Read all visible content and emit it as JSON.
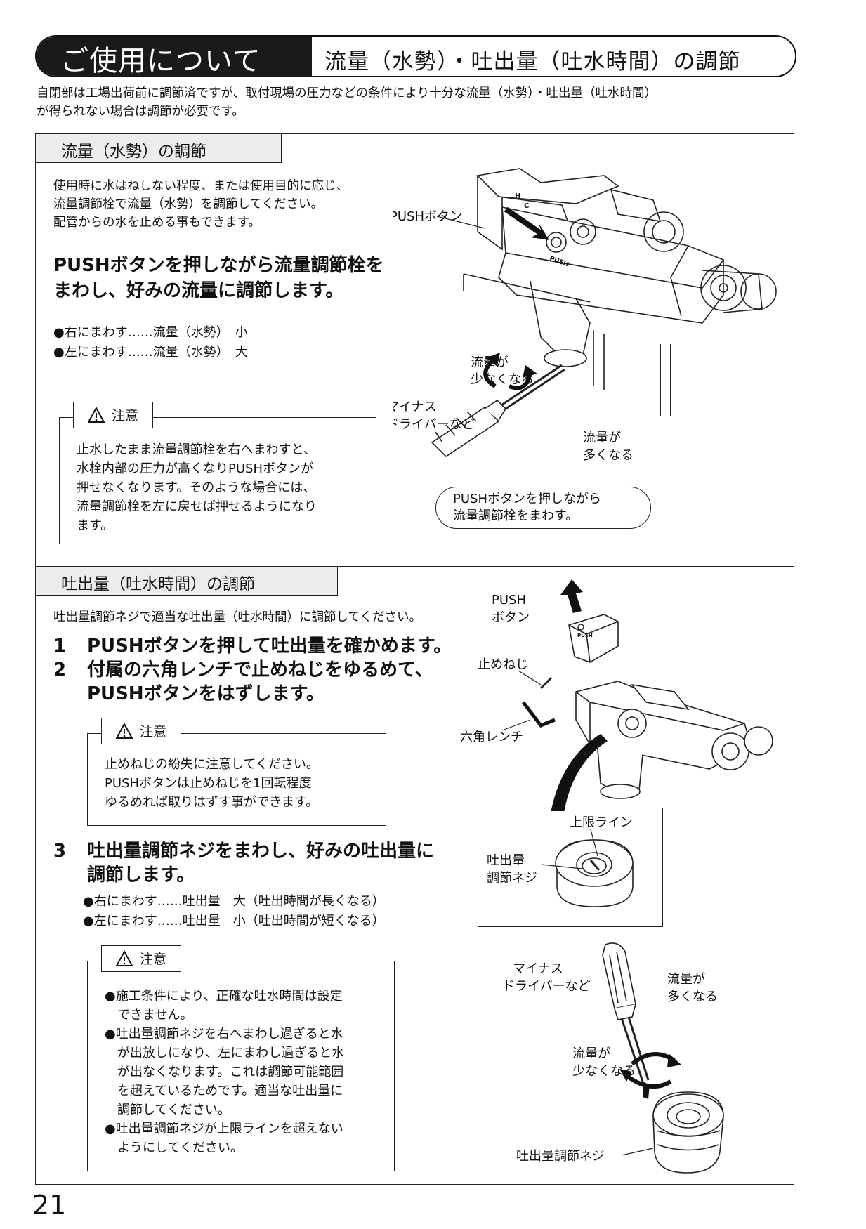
{
  "header": {
    "main": "ご使用について",
    "sub": "流量（水勢）・吐出量（吐水時間）の調節"
  },
  "intro": [
    "自閉部は工場出荷前に調節済ですが、取付現場の圧力などの条件により十分な流量（水勢）・吐出量（吐水時間）",
    "が得られない場合は調節が必要です。"
  ],
  "section1": {
    "title": "流量（水勢）の調節",
    "body": [
      "使用時に水はねしない程度、または使用目的に応じ、",
      "流量調節栓で流量（水勢）を調節してください。",
      "配管からの水を止める事もできます。"
    ],
    "lead": [
      "PUSHボタンを押しながら流量調節栓を",
      "まわし、好みの流量に調節します。"
    ],
    "bullets": [
      "●右にまわす‥‥‥流量（水勢）　小",
      "●左にまわす‥‥‥流量（水勢）　大"
    ],
    "caution": {
      "label": "注意",
      "text": [
        "止水したまま流量調節栓を右へまわすと、",
        "水栓内部の圧力が高くなりPUSHボタンが",
        "押せなくなります。そのような場合には、",
        "流量調節栓を左に戻せば押せるようになり",
        "ます。"
      ]
    },
    "figure": {
      "push_button": "PUSHボタン",
      "less_flow": [
        "流量が",
        "少なくなる"
      ],
      "more_flow": [
        "流量が",
        "多くなる"
      ],
      "driver": [
        "マイナス",
        "ドライバーなど"
      ],
      "note": [
        "PUSHボタンを押しながら",
        "流量調節栓をまわす。"
      ],
      "marks": {
        "h": "H",
        "c": "C",
        "push": "PUSH"
      }
    }
  },
  "section2": {
    "title": "吐出量（吐水時間）の調節",
    "body": "吐出量調節ネジで適当な吐出量（吐水時間）に調節してください。",
    "steps": [
      {
        "num": "1",
        "text": [
          "PUSHボタンを押して吐出量を確かめます。"
        ]
      },
      {
        "num": "2",
        "text": [
          "付属の六角レンチで止めねじをゆるめて、",
          "PUSHボタンをはずします。"
        ]
      },
      {
        "num": "3",
        "text": [
          "吐出量調節ネジをまわし、好みの吐出量に",
          "調節します。"
        ]
      }
    ],
    "caution1": {
      "label": "注意",
      "text": [
        "止めねじの紛失に注意してください。",
        "PUSHボタンは止めねじを1回転程度",
        "ゆるめれば取りはずす事ができます。"
      ]
    },
    "bullets": [
      "●右にまわす‥‥‥吐出量　大（吐出時間が長くなる）",
      "●左にまわす‥‥‥吐出量　小（吐出時間が短くなる）"
    ],
    "caution2": {
      "label": "注意",
      "text": [
        "●施工条件により、正確な吐水時間は設定",
        "　できません。",
        "●吐出量調節ネジを右へまわし過ぎると水",
        "　が出放しになり、左にまわし過ぎると水",
        "　が出なくなります。これは調節可能範囲",
        "　を超えているためです。適当な吐出量に",
        "　調節してください。",
        "●吐出量調節ネジが上限ラインを超えない",
        "　ようにしてください。"
      ]
    },
    "figure": {
      "push": [
        "PUSH",
        "ボタン"
      ],
      "set_screw": "止めねじ",
      "hex_wrench": "六角レンチ",
      "upper_line": "上限ライン",
      "adjust_screw": [
        "吐出量",
        "調節ネジ"
      ],
      "driver": [
        "マイナス",
        "ドライバーなど"
      ],
      "more_flow": [
        "流量が",
        "多くなる"
      ],
      "less_flow": [
        "流量が",
        "少なくなる"
      ],
      "adjust_screw_bottom": "吐出量調節ネジ",
      "cap_mark": "PUSH"
    }
  },
  "page_number": "21",
  "colors": {
    "ink": "#111111",
    "tab_bg": "#ececec",
    "header_bg": "#1a1a1a"
  }
}
